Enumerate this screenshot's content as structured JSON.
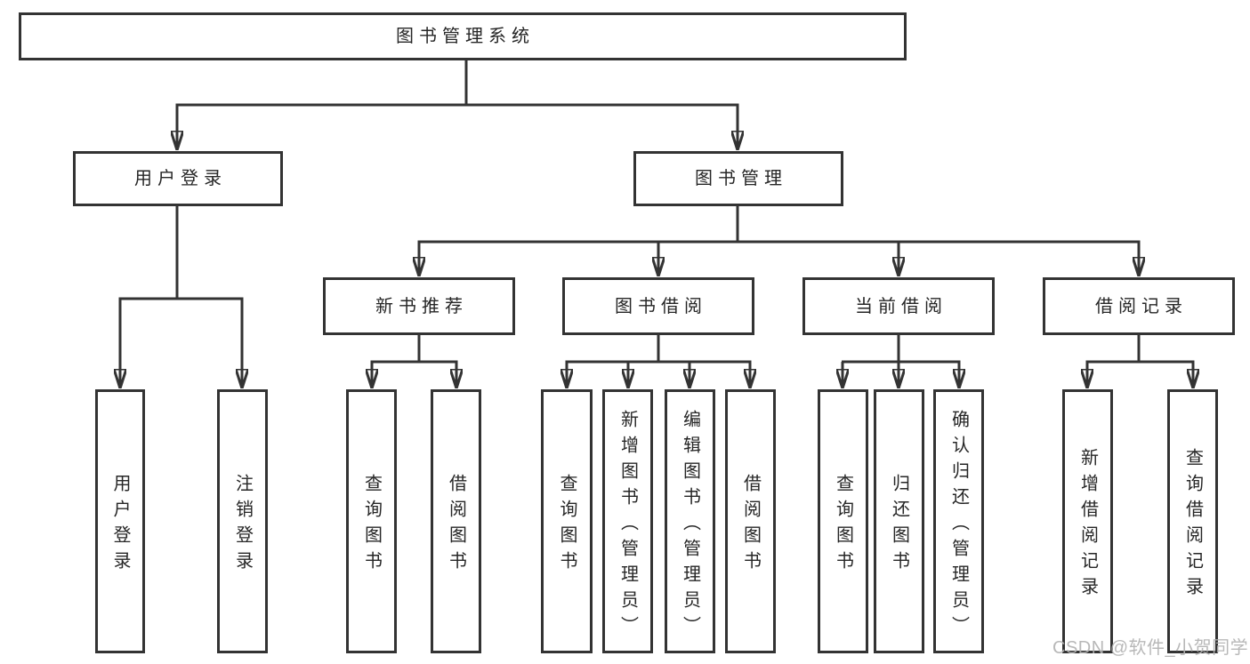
{
  "diagram": {
    "root": {
      "label": "图书管理系统"
    },
    "level2": [
      {
        "label": "用户登录"
      },
      {
        "label": "图书管理"
      }
    ],
    "level3": [
      {
        "label": "新书推荐",
        "parent": "图书管理"
      },
      {
        "label": "图书借阅",
        "parent": "图书管理"
      },
      {
        "label": "当前借阅",
        "parent": "图书管理"
      },
      {
        "label": "借阅记录",
        "parent": "图书管理"
      }
    ],
    "leaves": [
      {
        "label": "用户登录",
        "parent": "用户登录"
      },
      {
        "label": "注销登录",
        "parent": "用户登录"
      },
      {
        "label": "查询图书",
        "parent": "新书推荐"
      },
      {
        "label": "借阅图书",
        "parent": "新书推荐"
      },
      {
        "label": "查询图书",
        "parent": "图书借阅"
      },
      {
        "label": "新增图书（管理员）",
        "parent": "图书借阅"
      },
      {
        "label": "编辑图书（管理员）",
        "parent": "图书借阅"
      },
      {
        "label": "借阅图书",
        "parent": "图书借阅"
      },
      {
        "label": "查询图书",
        "parent": "当前借阅"
      },
      {
        "label": "归还图书",
        "parent": "当前借阅"
      },
      {
        "label": "确认归还（管理员）",
        "parent": "当前借阅"
      },
      {
        "label": "新增借阅记录",
        "parent": "借阅记录"
      },
      {
        "label": "查询借阅记录",
        "parent": "借阅记录"
      }
    ]
  },
  "watermark": {
    "text": "CSDN @软件_小贺同学"
  },
  "colors": {
    "line": "#333333",
    "box_border": "#333333",
    "text": "#262626",
    "watermark": "#b2b2b2",
    "background": "#ffffff"
  }
}
